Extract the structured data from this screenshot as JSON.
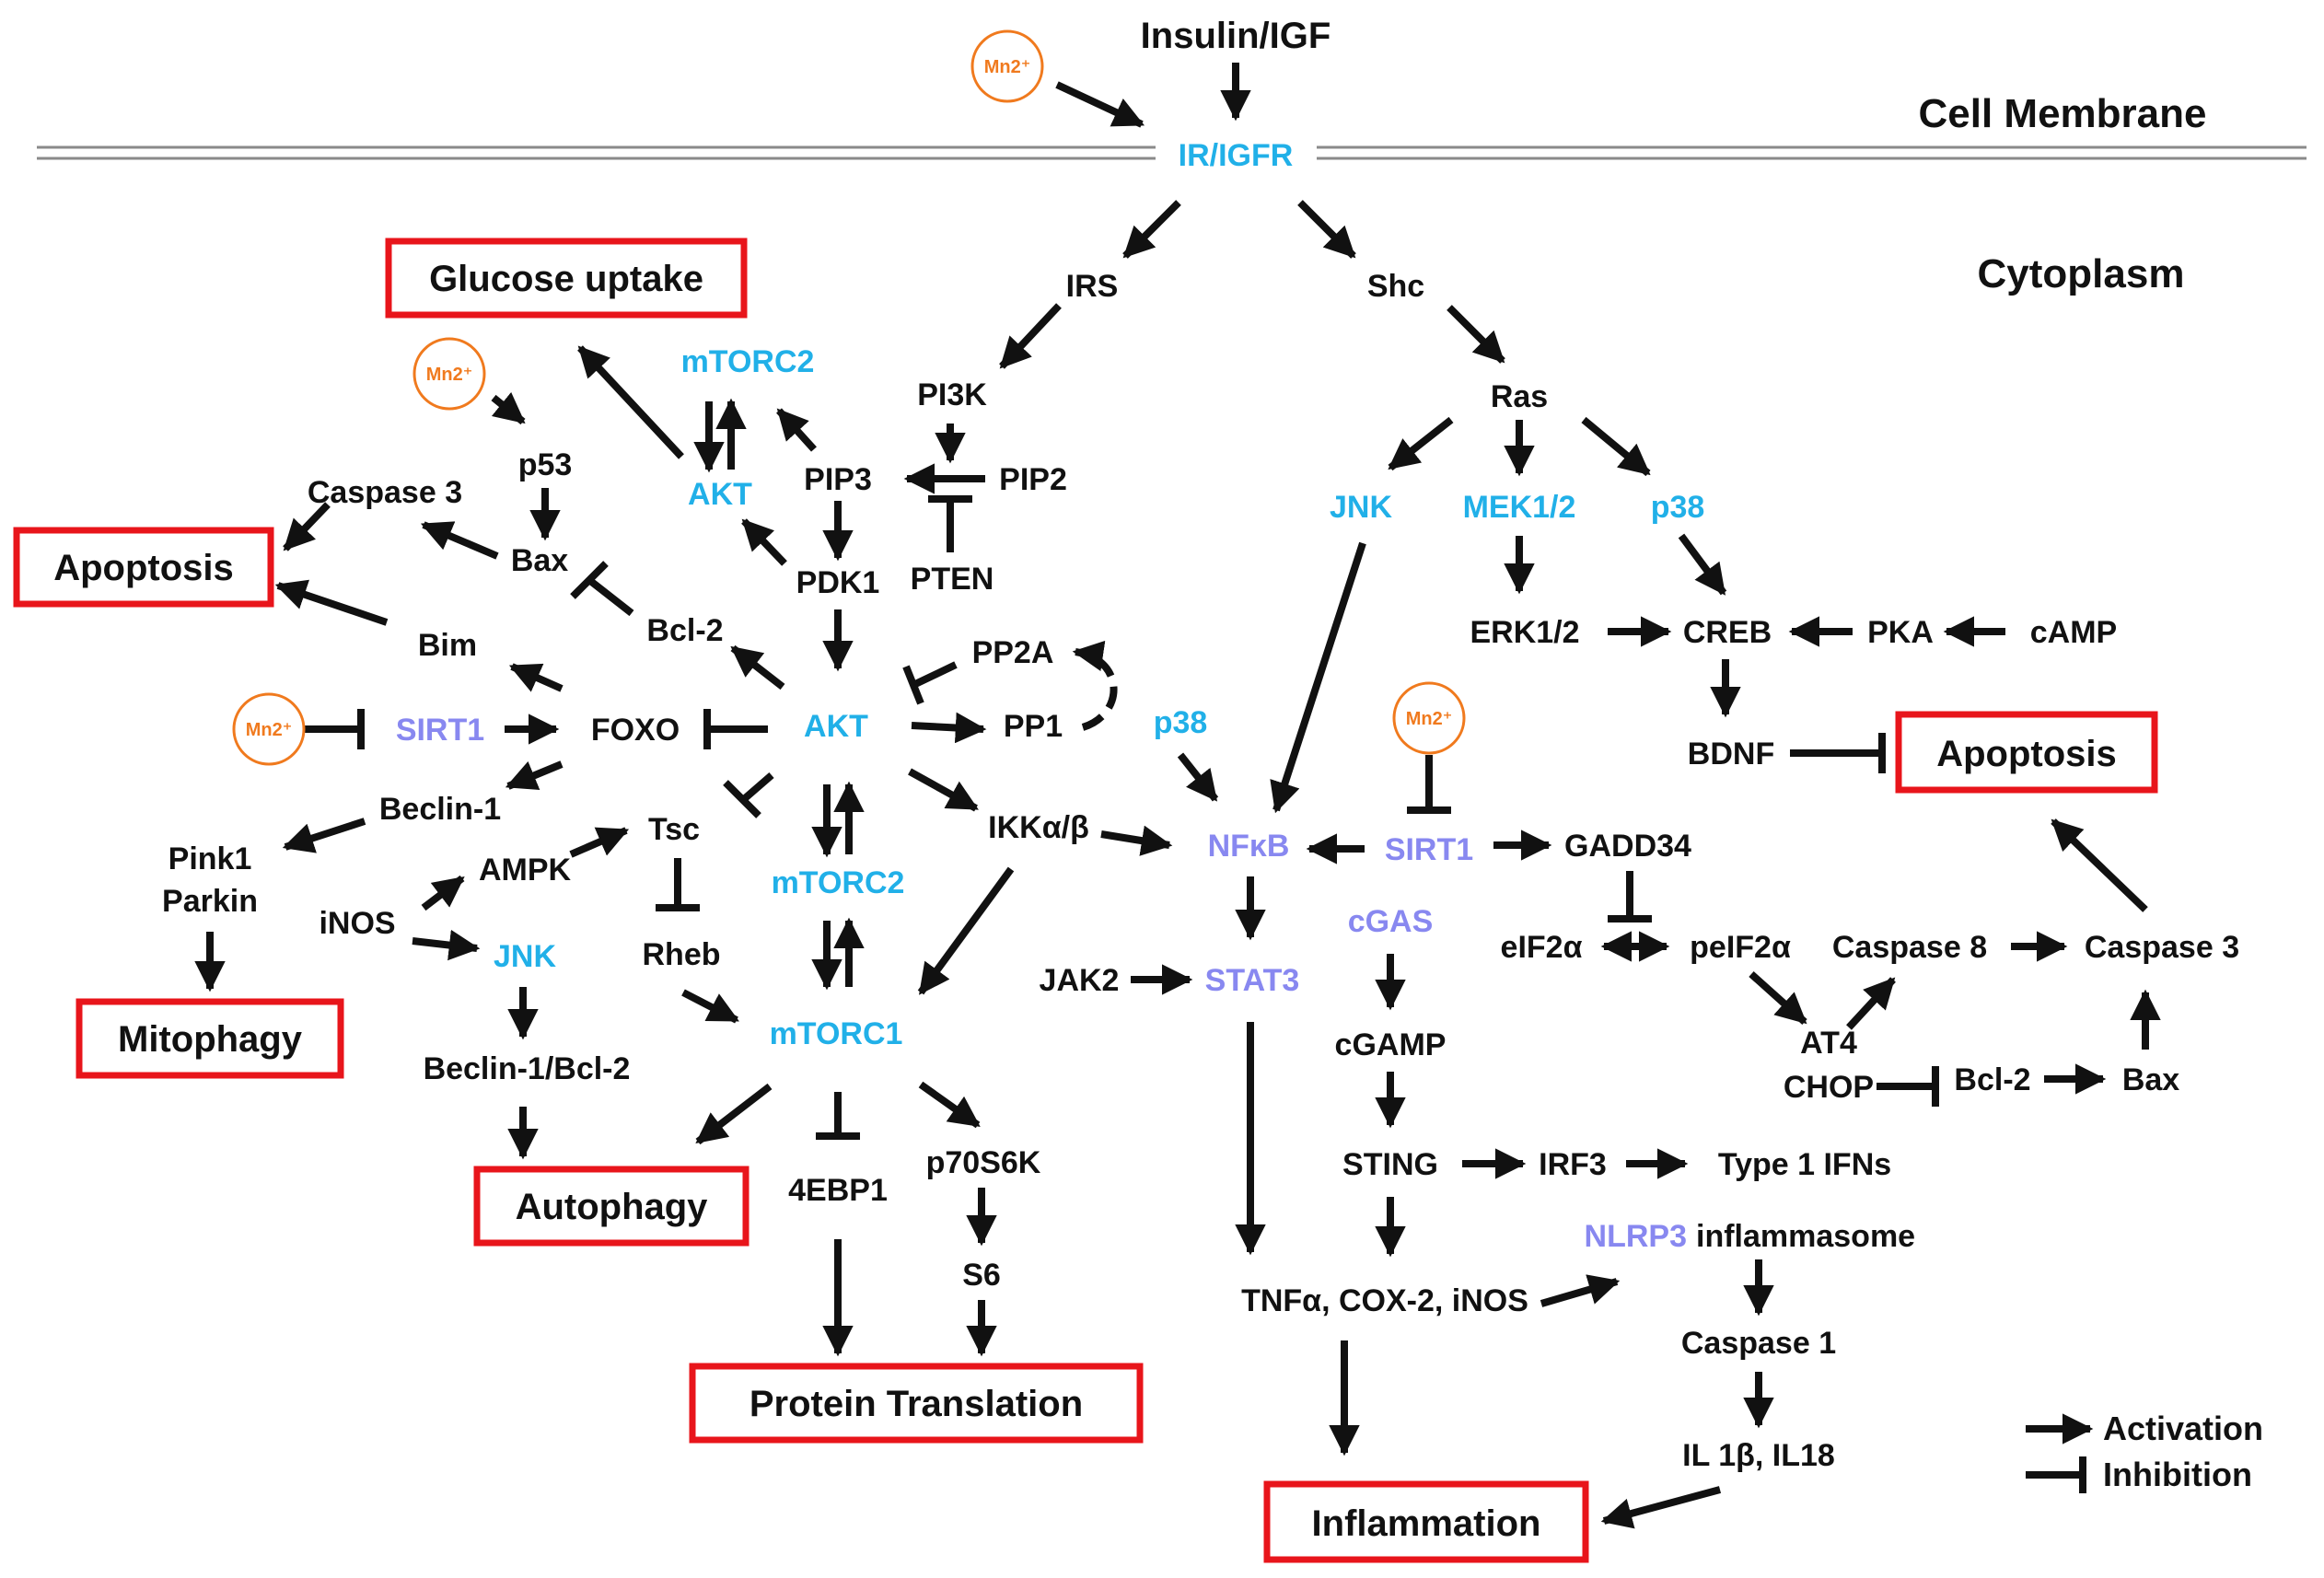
{
  "header": {
    "signal": "Insulin/IGF",
    "membrane": "Cell Membrane",
    "cytoplasm": "Cytoplasm",
    "receptor": "IR/IGFR"
  },
  "mn_label": "Mn2⁺",
  "outcomes": {
    "glucose_uptake": "Glucose uptake",
    "apoptosis_left": "Apoptosis",
    "apoptosis_right": "Apoptosis",
    "mitophagy": "Mitophagy",
    "autophagy": "Autophagy",
    "protein_translation": "Protein Translation",
    "inflammation": "Inflammation"
  },
  "nodes": {
    "irs": "IRS",
    "shc": "Shc",
    "pi3k": "PI3K",
    "pip3": "PIP3",
    "pip2": "PIP2",
    "pten": "PTEN",
    "pdk1": "PDK1",
    "mtorc2_top": "mTORC2",
    "akt_top": "AKT",
    "p53": "p53",
    "bax_left": "Bax",
    "caspase3_left": "Caspase 3",
    "bcl2_left": "Bcl-2",
    "bim": "Bim",
    "sirt1_left": "SIRT1",
    "foxo": "FOXO",
    "akt_center": "AKT",
    "pp2a": "PP2A",
    "pp1": "PP1",
    "beclin1": "Beclin-1",
    "pink1": "Pink1",
    "parkin": "Parkin",
    "inos_left": "iNOS",
    "ampk": "AMPK",
    "tsc": "Tsc",
    "rheb": "Rheb",
    "jnk_left": "JNK",
    "beclin_bcl2": "Beclin-1/Bcl-2",
    "mtorc2_center": "mTORC2",
    "mtorc1": "mTORC1",
    "ikk": "IKKα/β",
    "ebp1": "4EBP1",
    "p70s6k": "p70S6K",
    "s6": "S6",
    "ras": "Ras",
    "jnk_right": "JNK",
    "mek": "MEK1/2",
    "p38_top": "p38",
    "erk": "ERK1/2",
    "creb": "CREB",
    "pka": "PKA",
    "camp": "cAMP",
    "bdnf": "BDNF",
    "p38_mid": "p38",
    "nfkb": "NFκB",
    "sirt1_right": "SIRT1",
    "gadd34": "GADD34",
    "jak2": "JAK2",
    "stat3": "STAT3",
    "cgas": "cGAS",
    "eif2a": "eIF2α",
    "peif2a": "peIF2α",
    "caspase8": "Caspase 8",
    "caspase3_right": "Caspase 3",
    "cgamp": "cGAMP",
    "at4": "AT4",
    "chop": "CHOP",
    "bcl2_right": "Bcl-2",
    "bax_right": "Bax",
    "sting": "STING",
    "irf3": "IRF3",
    "ifns": "Type 1 IFNs",
    "nlrp3": "NLRP3",
    "inflammasome": "inflammasome",
    "tnf": "TNFα, COX-2, iNOS",
    "caspase1": "Caspase 1",
    "il": "IL 1β, IL18"
  },
  "legend": {
    "activation": "Activation",
    "inhibition": "Inhibition"
  },
  "colors": {
    "text": "#111111",
    "kinase_blue": "#21b0e8",
    "factor_purple": "#8888f0",
    "outcome_box": "#e8151b",
    "manganese": "#f07a1e",
    "membrane": "#8a8a8a"
  }
}
